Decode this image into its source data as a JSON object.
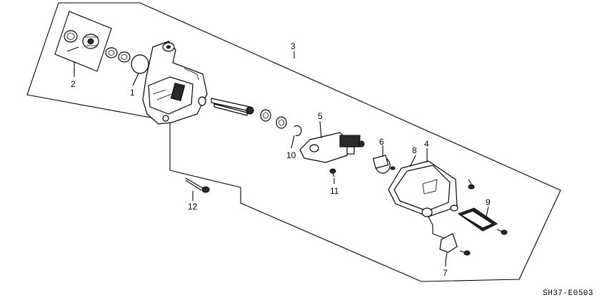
{
  "diagram": {
    "part_numbers": {
      "p1": "1",
      "p2": "2",
      "p3": "3",
      "p4": "4",
      "p5": "5",
      "p6": "6",
      "p7": "7",
      "p8": "8",
      "p9": "9",
      "p10": "10",
      "p11": "11",
      "p12": "12"
    },
    "drawing_code": "SH37-E0503"
  }
}
